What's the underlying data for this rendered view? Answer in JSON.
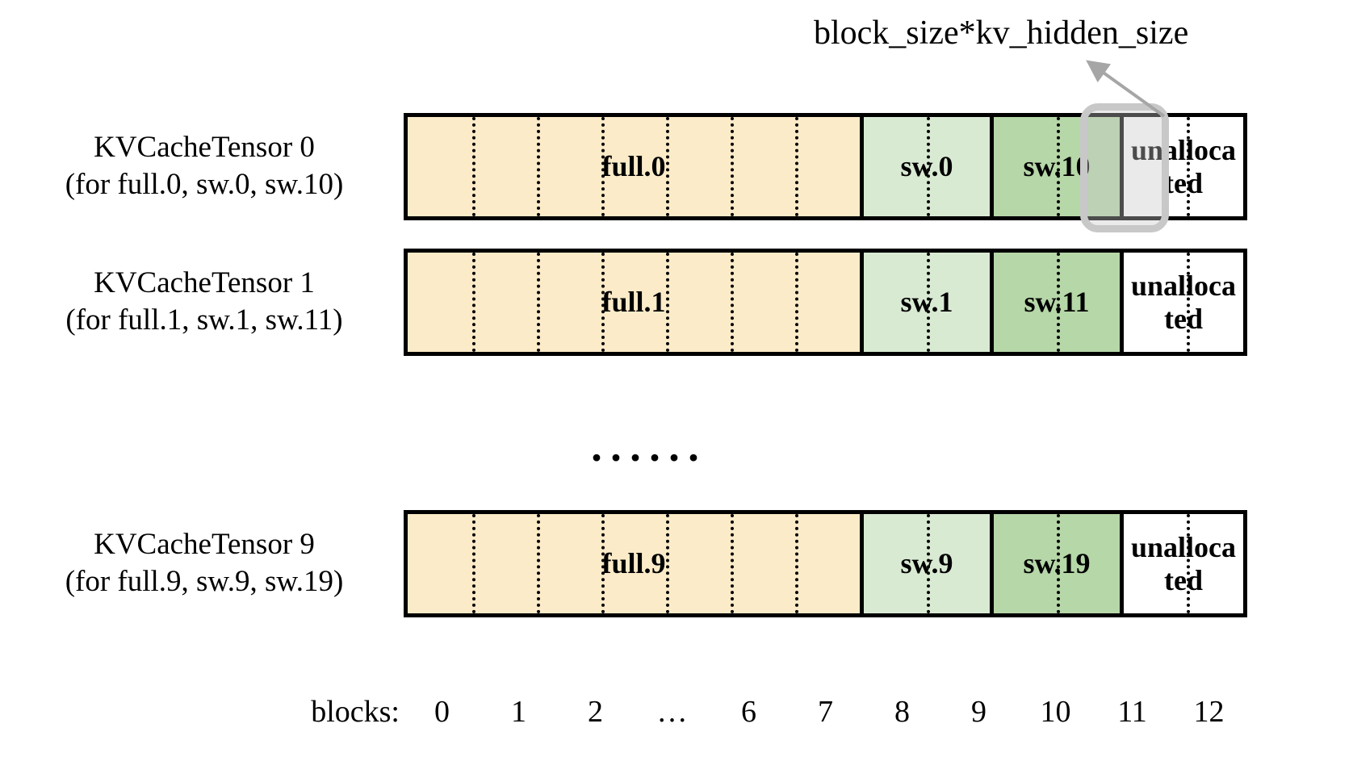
{
  "diagram": {
    "annotation": "block_size*kv_hidden_size",
    "ellipsis": "······",
    "axis_title": "blocks:",
    "block_ticks": [
      "0",
      "1",
      "2",
      "…",
      "6",
      "7",
      "8",
      "9",
      "10",
      "11",
      "12"
    ],
    "colors": {
      "full_fill": "#fcebc8",
      "sw_light_fill": "#d9ead3",
      "sw_dark_fill": "#b6d7a8",
      "unallocated_fill": "#ffffff",
      "border": "#000000",
      "highlight": "#c8c8c8",
      "arrow": "#a6a6a6"
    },
    "rows": [
      {
        "label_line1": "KVCacheTensor 0",
        "label_line2": "(for full.0, sw.0, sw.10)",
        "segments": [
          {
            "name": "full.0",
            "kind": "full"
          },
          {
            "name": "sw.0",
            "kind": "sw-light"
          },
          {
            "name": "sw.10",
            "kind": "sw-dark"
          },
          {
            "name": "unalloca ted",
            "kind": "unallocated"
          }
        ]
      },
      {
        "label_line1": "KVCacheTensor 1",
        "label_line2": "(for full.1, sw.1, sw.11)",
        "segments": [
          {
            "name": "full.1",
            "kind": "full"
          },
          {
            "name": "sw.1",
            "kind": "sw-light"
          },
          {
            "name": "sw.11",
            "kind": "sw-dark"
          },
          {
            "name": "unalloca ted",
            "kind": "unallocated"
          }
        ]
      },
      {
        "label_line1": "KVCacheTensor 9",
        "label_line2": "(for full.9, sw.9, sw.19)",
        "segments": [
          {
            "name": "full.9",
            "kind": "full"
          },
          {
            "name": "sw.9",
            "kind": "sw-light"
          },
          {
            "name": "sw.19",
            "kind": "sw-dark"
          },
          {
            "name": "unalloca ted",
            "kind": "unallocated"
          }
        ]
      }
    ]
  }
}
